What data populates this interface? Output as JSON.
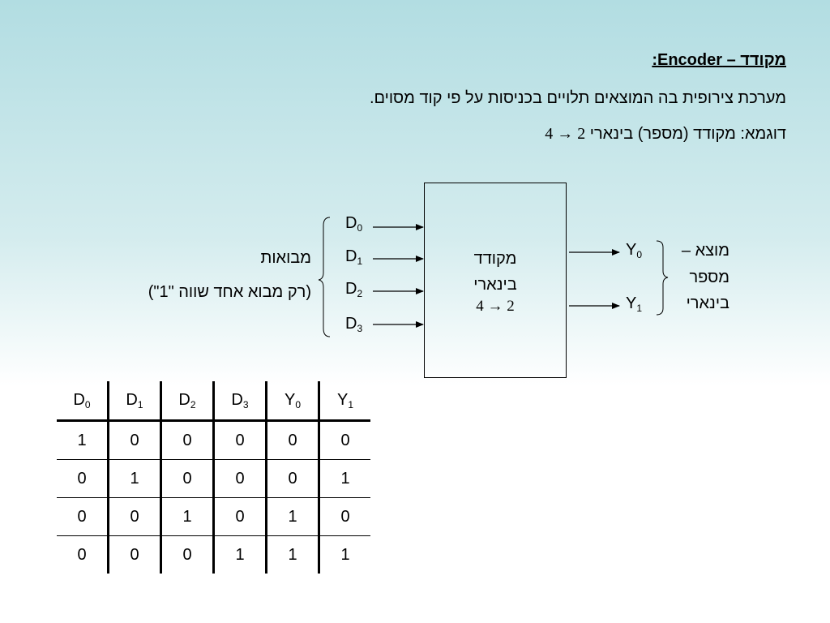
{
  "slide": {
    "title": "מקודד – Encoder:",
    "definition": "מערכת צירופית בה המוצאים תלויים בכניסות על פי קוד מסוים.",
    "example_prefix": "דוגמא: מקודד (מספר) בינארי",
    "example_formula": "4 → 2"
  },
  "diagram": {
    "inputs_label": "מבואות",
    "inputs_note": "(רק מבוא אחד שווה \"1\")",
    "inputs": [
      {
        "base": "D",
        "sub": "0"
      },
      {
        "base": "D",
        "sub": "1"
      },
      {
        "base": "D",
        "sub": "2"
      },
      {
        "base": "D",
        "sub": "3"
      }
    ],
    "block_line1": "מקודד",
    "block_line2": "בינארי",
    "block_formula": "4 → 2",
    "outputs": [
      {
        "base": "Y",
        "sub": "0"
      },
      {
        "base": "Y",
        "sub": "1"
      }
    ],
    "output_label_line1": "מוצא –",
    "output_label_line2": "מספר",
    "output_label_line3": "בינארי"
  },
  "truth_table": {
    "headers": [
      {
        "base": "D",
        "sub": "0"
      },
      {
        "base": "D",
        "sub": "1"
      },
      {
        "base": "D",
        "sub": "2"
      },
      {
        "base": "D",
        "sub": "3"
      },
      {
        "base": "Y",
        "sub": "0"
      },
      {
        "base": "Y",
        "sub": "1"
      }
    ],
    "rows": [
      [
        "1",
        "0",
        "0",
        "0",
        "0",
        "0"
      ],
      [
        "0",
        "1",
        "0",
        "0",
        "0",
        "1"
      ],
      [
        "0",
        "0",
        "1",
        "0",
        "1",
        "0"
      ],
      [
        "0",
        "0",
        "0",
        "1",
        "1",
        "1"
      ]
    ]
  }
}
